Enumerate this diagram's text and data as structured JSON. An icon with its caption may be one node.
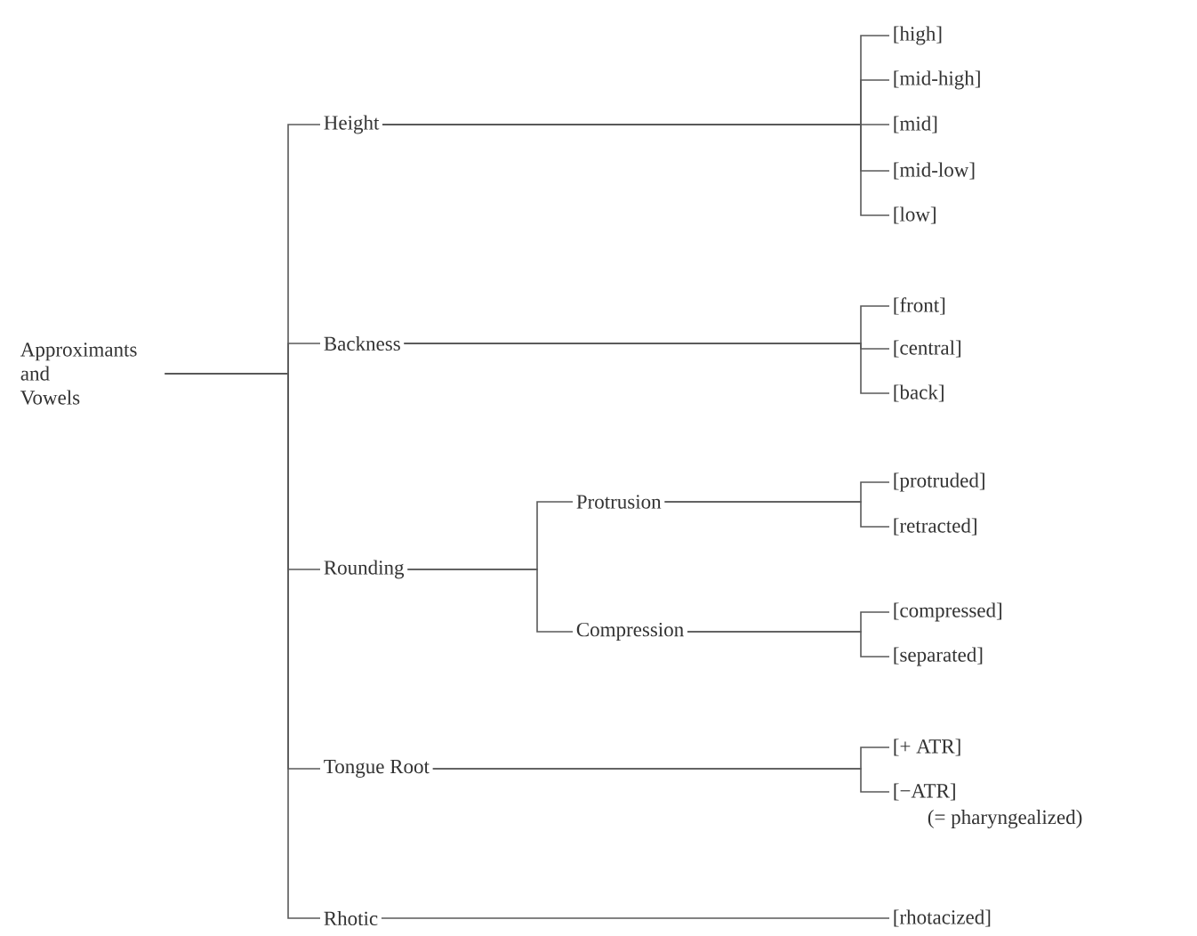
{
  "diagram": {
    "nodes": [
      {
        "text": [
          "Approximants and Vowels"
        ]
      },
      {
        "text": [
          "Height"
        ]
      },
      {
        "text": [
          "Backness"
        ]
      },
      {
        "text": [
          "Rounding"
        ]
      },
      {
        "text": [
          "Tongue Root"
        ]
      },
      {
        "text": [
          "Rhotic"
        ]
      },
      {
        "text": [
          "Protrusion"
        ]
      },
      {
        "text": [
          "Compression"
        ]
      },
      {
        "text": [
          "[high]"
        ]
      },
      {
        "text": [
          "[mid-high]"
        ]
      },
      {
        "text": [
          "[mid]"
        ]
      },
      {
        "text": [
          "[mid-low]"
        ]
      },
      {
        "text": [
          "[low]"
        ]
      },
      {
        "text": [
          "[front]"
        ]
      },
      {
        "text": [
          "[central]"
        ]
      },
      {
        "text": [
          "[back]"
        ]
      },
      {
        "text": [
          "[protruded]"
        ]
      },
      {
        "text": [
          "[retracted]"
        ]
      },
      {
        "text": [
          "[compressed]"
        ]
      },
      {
        "text": [
          "[separated]"
        ]
      },
      {
        "text": [
          "[+ ATR]"
        ]
      },
      {
        "text": [
          "[−ATR]"
        ],
        "beside": [
          "(= pharyngealized)"
        ]
      },
      {
        "text": [
          "[rhotacized]"
        ]
      }
    ],
    "edges": [
      {
        "from": 0,
        "to": 1,
        "arrow": "none"
      },
      {
        "from": 0,
        "to": 2,
        "arrow": "none"
      },
      {
        "from": 0,
        "to": 3,
        "arrow": "none"
      },
      {
        "from": 0,
        "to": 4,
        "arrow": "none"
      },
      {
        "from": 0,
        "to": 5,
        "arrow": "none"
      },
      {
        "from": 3,
        "to": 6,
        "arrow": "none"
      },
      {
        "from": 3,
        "to": 7,
        "arrow": "none"
      },
      {
        "from": 1,
        "to": 8,
        "arrow": "none"
      },
      {
        "from": 1,
        "to": 9,
        "arrow": "none"
      },
      {
        "from": 1,
        "to": 10,
        "arrow": "none"
      },
      {
        "from": 1,
        "to": 11,
        "arrow": "none"
      },
      {
        "from": 1,
        "to": 12,
        "arrow": "none"
      },
      {
        "from": 2,
        "to": 13,
        "arrow": "none"
      },
      {
        "from": 2,
        "to": 14,
        "arrow": "none"
      },
      {
        "from": 2,
        "to": 15,
        "arrow": "none"
      },
      {
        "from": 6,
        "to": 16,
        "arrow": "none"
      },
      {
        "from": 6,
        "to": 17,
        "arrow": "none"
      },
      {
        "from": 7,
        "to": 18,
        "arrow": "none"
      },
      {
        "from": 7,
        "to": 19,
        "arrow": "none"
      },
      {
        "from": 4,
        "to": 20,
        "arrow": "none"
      },
      {
        "from": 4,
        "to": 21,
        "arrow": "none"
      },
      {
        "from": 5,
        "to": 22,
        "arrow": "none"
      }
    ]
  }
}
